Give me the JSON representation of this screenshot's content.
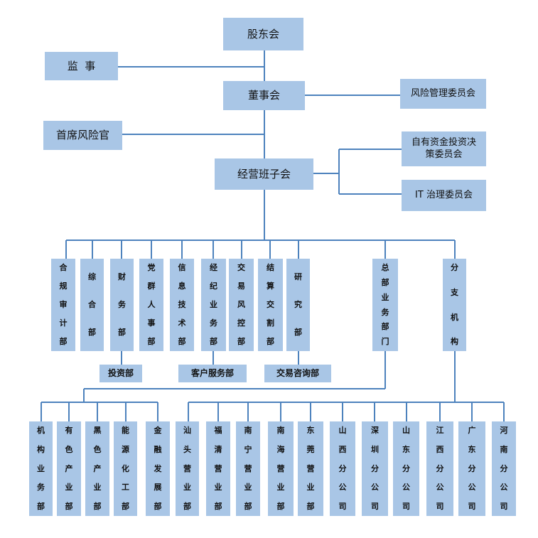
{
  "colors": {
    "box": "#a9c6e6",
    "line": "#4d82bd"
  },
  "top": {
    "shareholders": "股东会",
    "supervisor": "监  事",
    "board": "董事会",
    "risk_committee": "风险管理委员会",
    "cro": "首席风险官",
    "invest_committee": "自有资金投资决策委员会",
    "management": "经营班子会",
    "it_committee": "IT 治理委员会"
  },
  "departments": [
    "合规审计部",
    "综合部",
    "财务部",
    "党群人事部",
    "信息技术部",
    "经纪业务部",
    "交易风控部",
    "结算交割部",
    "研究部",
    "总部业务部门",
    "分支机构"
  ],
  "subdepts": {
    "invest": "投资部",
    "client_service": "客户服务部",
    "trading_consult": "交易咨询部"
  },
  "business_units": [
    "机构业务部",
    "有色产业部",
    "黑色产业部",
    "能源化工部",
    "金融发展部"
  ],
  "branches": [
    "汕头营业部",
    "福清营业部",
    "南宁营业部",
    "南海营业部",
    "东莞营业部",
    "山西分公司",
    "深圳分公司",
    "山东分公司",
    "江西分公司",
    "广东分公司",
    "河南分公司"
  ]
}
